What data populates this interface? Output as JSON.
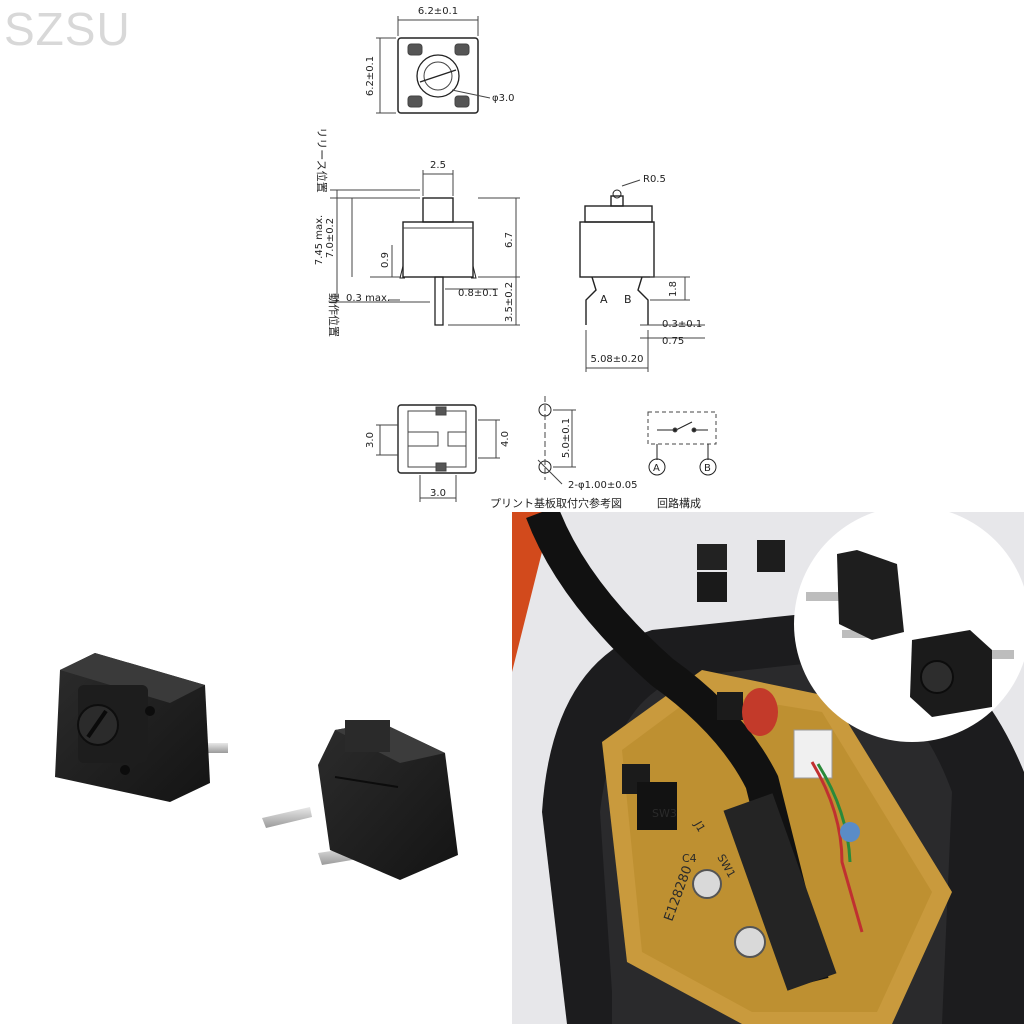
{
  "watermark": "SZSU",
  "drawing": {
    "top_view": {
      "width": "6.2±0.1",
      "height": "6.2±0.1",
      "diameter": "φ3.0"
    },
    "side_view": {
      "label_release": "リリース位置",
      "label_operate": "動作位置",
      "max_height": "7.45 max.",
      "height": "7.0±0.2",
      "plunger": "2.5",
      "dim_09": "0.9",
      "body": "6.7",
      "dim_03max": "0.3 max.",
      "pin_width": "0.8±0.1",
      "pin_len": "3.5±0.2"
    },
    "front_view": {
      "radius": "R0.5",
      "pin_a": "A",
      "pin_b": "B",
      "dim_18": "1.8",
      "pin_thick": "0.3±0.1",
      "dim_075": "0.75",
      "pitch": "5.08±0.20"
    },
    "bottom_view": {
      "dim_30_left": "3.0",
      "dim_40": "4.0",
      "dim_30_bottom": "3.0"
    },
    "pcb_holes": {
      "spacing": "5.0±0.1",
      "holes": "2-φ1.00±0.05",
      "caption": "プリント基板取付穴参考図"
    },
    "circuit": {
      "node_a": "A",
      "node_b": "B",
      "caption": "回路構成"
    }
  },
  "photo_right": {
    "labels": [
      "SW3",
      "E128280",
      "C4",
      "SW1",
      "J1"
    ]
  }
}
